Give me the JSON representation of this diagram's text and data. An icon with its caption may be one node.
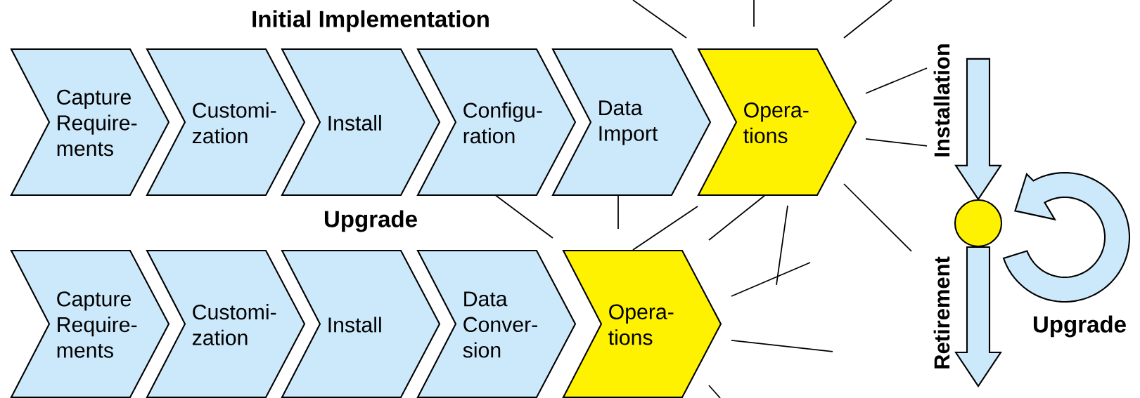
{
  "diagram": {
    "nodes": [
      {
        "text": [
          "Capture Require-ments"
        ]
      },
      {
        "text": [
          "Customi-zation"
        ]
      },
      {
        "text": [
          "Install"
        ]
      },
      {
        "text": [
          "Configu-ration"
        ]
      },
      {
        "text": [
          "Data Import"
        ]
      },
      {
        "text": [
          "Opera-tions"
        ]
      },
      {
        "text": [
          "Capture Require-ments"
        ]
      },
      {
        "text": [
          "Customi-zation"
        ]
      },
      {
        "text": [
          "Install"
        ]
      },
      {
        "text": [
          "Data Conver-sion"
        ]
      },
      {
        "text": [
          "Opera-tions"
        ]
      },
      {
        "text": [],
        "shape": "circle"
      }
    ],
    "edges": [
      {
        "from": null,
        "to": 11,
        "arrow": "to",
        "label": "Installation"
      },
      {
        "from": 11,
        "to": null,
        "arrow": "to",
        "label": "Retirement"
      }
    ],
    "labels": [
      "Initial Implementation",
      "Upgrade",
      "Upgrade"
    ]
  }
}
